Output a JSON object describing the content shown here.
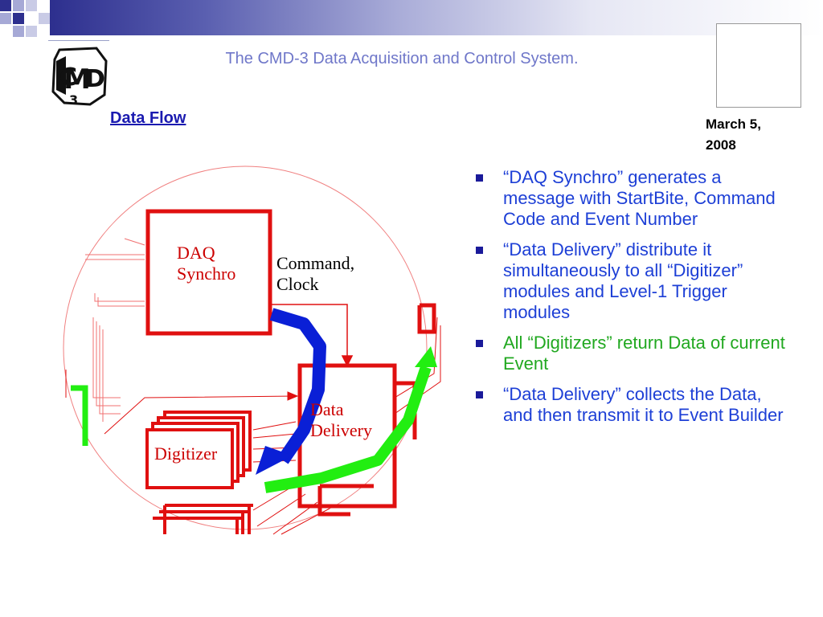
{
  "header": {
    "title": "The CMD-3 Data Acquisition and Control System.",
    "logo_icon": "cmd3-logo-icon"
  },
  "section": {
    "title": "Data Flow"
  },
  "date": {
    "line1": "March 5,",
    "line2": "2008"
  },
  "bullets": [
    {
      "text": "“DAQ Synchro” generates a message with StartBite, Command Code and Event Number",
      "color": "#1d3fd6"
    },
    {
      "text": "“Data Delivery” distribute it simultaneously to all “Digitizer” modules and Level-1 Trigger modules",
      "color": "#1d3fd6"
    },
    {
      "text": "All “Digitizers” return  Data of current Event",
      "color": "#21a820"
    },
    {
      "text": "“Data Delivery” collects the Data, and then transmit it to Event Builder",
      "color": "#1d3fd6"
    }
  ],
  "diagram": {
    "daq_synchro": {
      "line1": "DAQ",
      "line2": "Synchro"
    },
    "command_clock": {
      "line1": "Command,",
      "line2": "Clock"
    },
    "data_delivery": {
      "line1": "Data",
      "line2": "Delivery"
    },
    "digitizer": "Digitizer"
  },
  "colors": {
    "accent_blue": "#1d3fd6",
    "accent_green": "#21a820",
    "diagram_red": "#e01010",
    "arrow_blue": "#0a1fd6",
    "arrow_green": "#22ee11"
  }
}
